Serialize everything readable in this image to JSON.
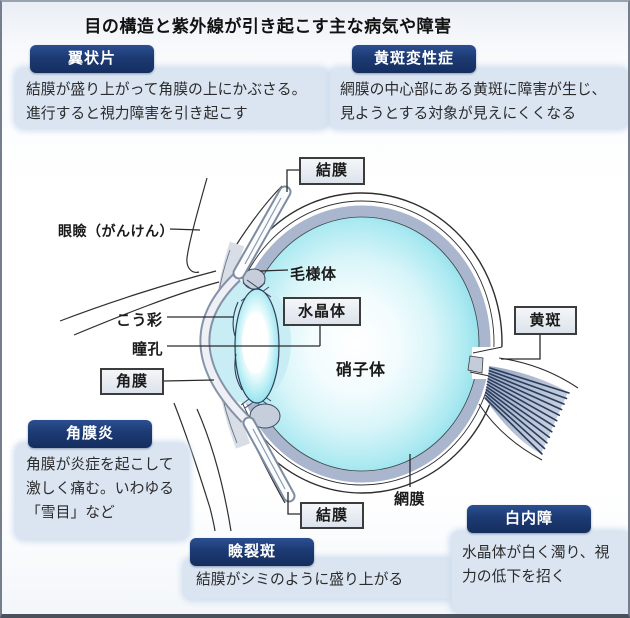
{
  "header": {
    "title": "目の構造と紫外線が引き起こす主な病気や障害"
  },
  "diseases": [
    {
      "id": "pterygium",
      "label": "翼状片",
      "desc": "結膜が盛り上がって角膜の上にかぶさる。進行すると視力障害を引き起こす"
    },
    {
      "id": "macular-degeneration",
      "label": "黄斑変性症",
      "desc": "網膜の中心部にある黄斑に障害が生じ、見ようとする対象が見えにくくなる"
    },
    {
      "id": "keratitis",
      "label": "角膜炎",
      "desc": "角膜が炎症を起こして激しく痛む。いわゆる「雪目」など"
    },
    {
      "id": "pinguecula",
      "label": "瞼裂斑",
      "desc": "結膜がシミのように盛り上がる"
    },
    {
      "id": "cataract",
      "label": "白内障",
      "desc": "水晶体が白く濁り、視力の低下を招く"
    }
  ],
  "anatomy": {
    "conjunctiva_top": "結膜",
    "eyelid": "眼瞼（がんけん）",
    "ciliary_body": "毛様体",
    "iris": "こう彩",
    "pupil": "瞳孔",
    "cornea": "角膜",
    "lens": "水晶体",
    "vitreous": "硝子体",
    "macula": "黄斑",
    "retina": "網膜",
    "conjunctiva_bottom": "結膜"
  },
  "colors": {
    "disease_badge": "#1c3a73",
    "panel_bg": "#dbe5f2",
    "label_box_bg": "#e9edf3",
    "vitreous_edge": "#7fd8e6",
    "choroid_ring": "#a9b6ce",
    "optic_nerve": "#2c3c5e"
  }
}
